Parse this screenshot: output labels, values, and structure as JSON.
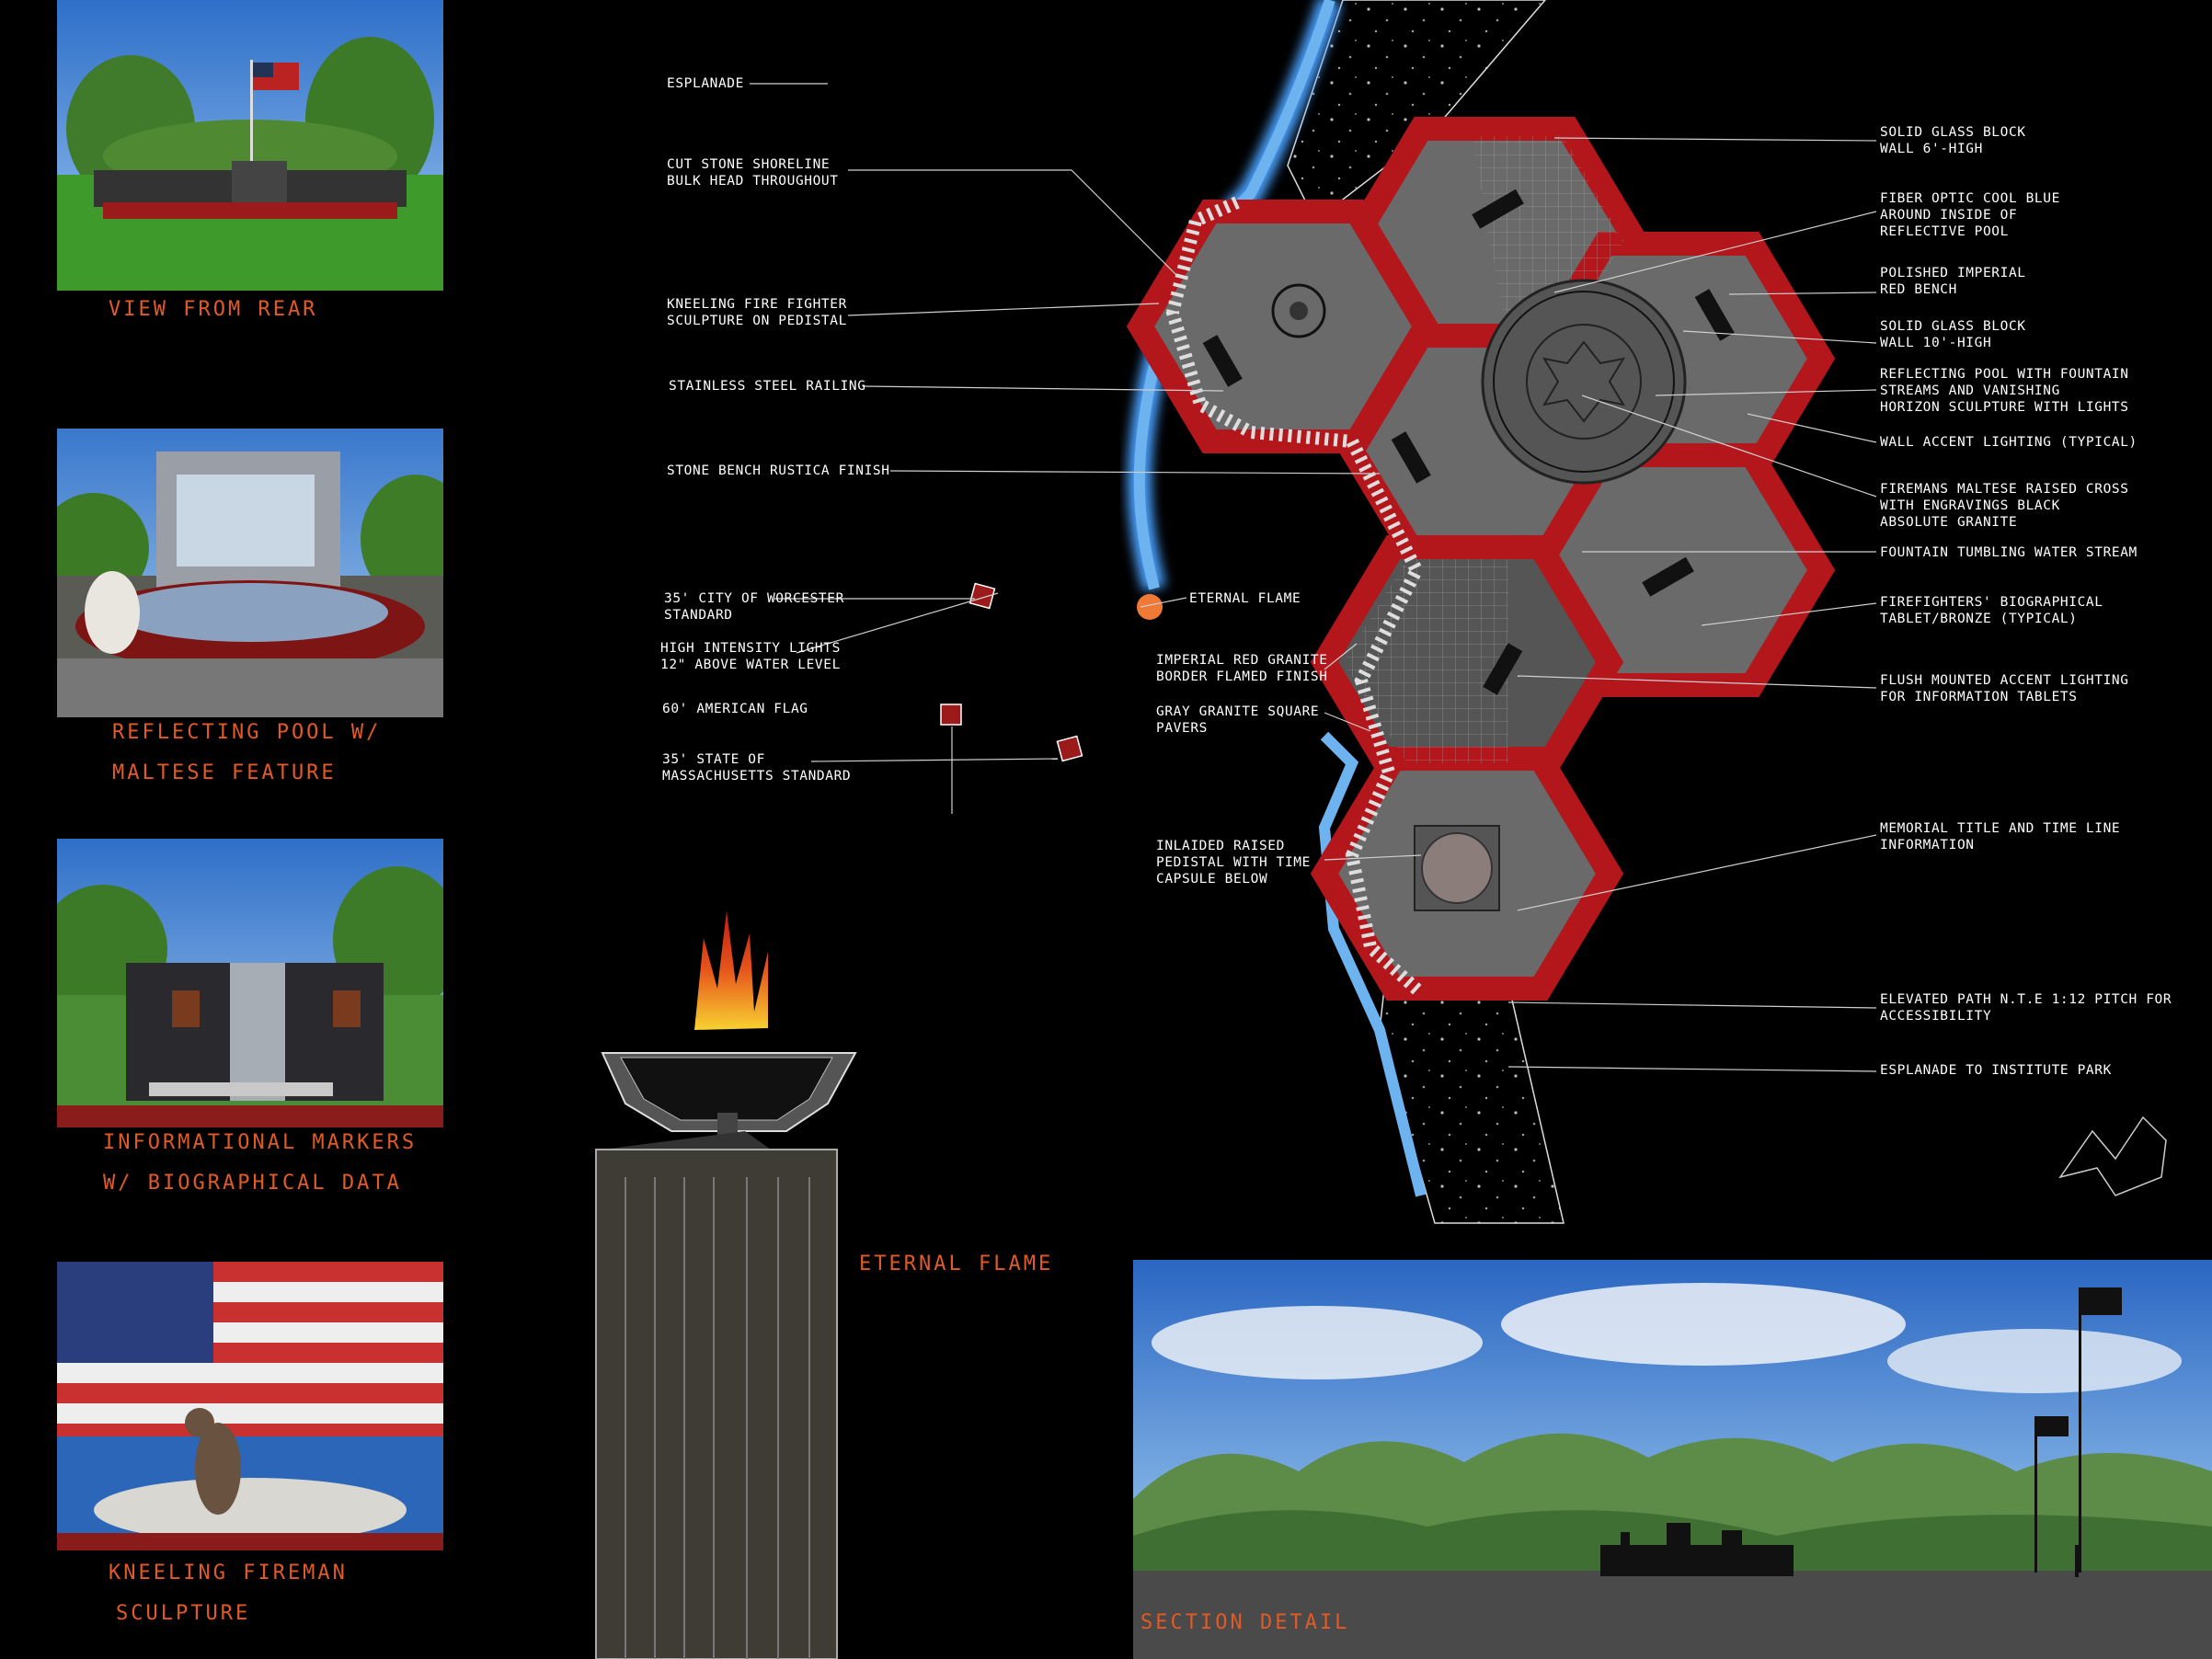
{
  "photos": [
    {
      "caption_lines": [
        "VIEW FROM REAR"
      ]
    },
    {
      "caption_lines": [
        "REFLECTING POOL W/",
        "MALTESE FEATURE"
      ]
    },
    {
      "caption_lines": [
        "INFORMATIONAL MARKERS",
        "W/ BIOGRAPHICAL DATA"
      ]
    },
    {
      "caption_lines": [
        "KNEELING FIREMAN",
        "SCULPTURE"
      ]
    }
  ],
  "callouts_left": {
    "esplanade": "ESPLANADE",
    "cut_stone": "CUT STONE SHORELINE\nBULK HEAD THROUGHOUT",
    "kneeling": "KNEELING FIRE FIGHTER\nSCULPTURE ON PEDISTAL",
    "railing": "STAINLESS STEEL RAILING",
    "stone_bench": "STONE BENCH RUSTICA FINISH",
    "worcester": "35' CITY OF WORCESTER\nSTANDARD",
    "lights": "HIGH INTENSITY LIGHTS\n12\" ABOVE WATER LEVEL",
    "flag": "60' AMERICAN FLAG",
    "mass": "35' STATE OF\nMASSACHUSETTS STANDARD"
  },
  "callouts_center": {
    "eternal_flame": "ETERNAL FLAME",
    "imperial_red": "IMPERIAL RED GRANITE\nBORDER FLAMED FINISH",
    "gray_granite": "GRAY GRANITE SQUARE\nPAVERS",
    "inlaided": "INLAIDED RAISED\nPEDISTAL WITH TIME\nCAPSULE BELOW"
  },
  "callouts_right": {
    "glass6": "SOLID GLASS BLOCK\nWALL 6'-HIGH",
    "fiber": "FIBER OPTIC COOL BLUE\nAROUND INSIDE OF\nREFLECTIVE POOL",
    "bench": "POLISHED IMPERIAL\nRED BENCH",
    "glass10": "SOLID GLASS BLOCK\nWALL 10'-HIGH",
    "pool": "REFLECTING POOL WITH FOUNTAIN\nSTREAMS AND VANISHING\nHORIZON SCULPTURE WITH LIGHTS",
    "wall_accent": "WALL ACCENT LIGHTING (TYPICAL)",
    "cross": "FIREMANS MALTESE RAISED CROSS\nWITH ENGRAVINGS BLACK\nABSOLUTE GRANITE",
    "fountain": "FOUNTAIN TUMBLING WATER STREAM",
    "tablet": "FIREFIGHTERS' BIOGRAPHICAL\nTABLET/BRONZE (TYPICAL)",
    "flush": "FLUSH MOUNTED ACCENT LIGHTING\nFOR INFORMATION TABLETS",
    "memorial": "MEMORIAL TITLE AND TIME LINE\nINFORMATION",
    "elevated": "ELEVATED PATH N.T.E 1:12 PITCH FOR\nACCESSIBILITY",
    "esplanade_park": "ESPLANADE TO INSTITUTE PARK"
  },
  "big_labels": {
    "eternal_flame": "ETERNAL FLAME",
    "section_detail": "SECTION DETAIL"
  },
  "colors": {
    "caption": "#e25a25",
    "granite_red": "#b3161b",
    "water_blue": "#5ea5e8",
    "paver_gray": "#6a6a6a"
  }
}
